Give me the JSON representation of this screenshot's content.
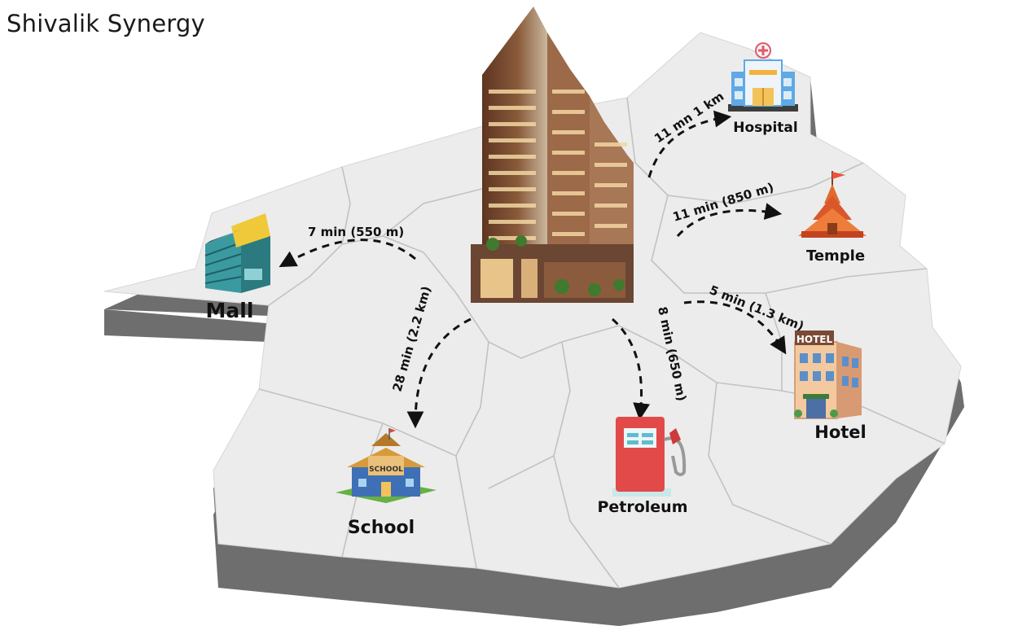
{
  "title": "Shivalik Synergy",
  "places": {
    "hospital": "Hospital",
    "temple": "Temple",
    "hotel": "Hotel",
    "mall": "Mall",
    "school": "School",
    "petroleum": "Petroleum"
  },
  "routes": {
    "hospital": "11 mn 1 km",
    "temple": "11 min (850 m)",
    "hotel": "5 min (1.3 km)",
    "mall": "7 min (550 m)",
    "school": "28 min (2.2 km)",
    "petroleum": "8 min (650 m)"
  },
  "icons": {
    "tower": "building-tower-icon",
    "hospital": "hospital-icon",
    "temple": "temple-icon",
    "hotel": "hotel-icon",
    "mall": "mall-icon",
    "school": "school-icon",
    "petroleum": "fuel-pump-icon"
  },
  "signs": {
    "hotel": "HOTEL",
    "school": "SCHOOL"
  },
  "colors": {
    "land": "#ededed",
    "land_side": "#6f6f6f",
    "borders": "#c4c4c4",
    "tower": "#7a4a2e",
    "arrow": "#111111"
  }
}
